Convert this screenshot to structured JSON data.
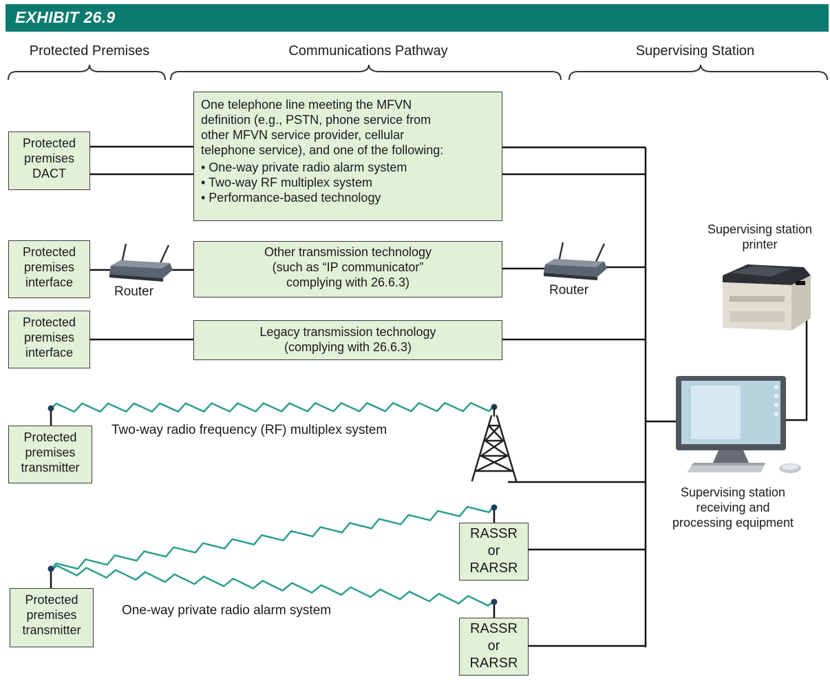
{
  "exhibit": {
    "title": "EXHIBIT 26.9"
  },
  "sections": {
    "protected_premises": "Protected Premises",
    "communications_pathway": "Communications Pathway",
    "supervising_station": "Supervising Station"
  },
  "premises": {
    "dact": "Protected\npremises\nDACT",
    "interface_1": "Protected\npremises\ninterface",
    "interface_2": "Protected\npremises\ninterface",
    "transmitter_1": "Protected\npremises\ntransmitter",
    "transmitter_2": "Protected\npremises\ntransmitter"
  },
  "pathway": {
    "mfvn_text": "One telephone line meeting the MFVN\ndefinition (e.g., PSTN, phone service from\nother MFVN service provider, cellular\ntelephone service), and one of the following:",
    "mfvn_bullets": [
      "• One-way private radio alarm system",
      "• Two-way RF multiplex system",
      "• Performance-based technology"
    ],
    "other_tech": "Other transmission technology\n(such as “IP communicator”\ncomplying with 26.6.3)",
    "legacy_tech": "Legacy transmission technology\n(complying with 26.6.3)",
    "two_way_rf": "Two-way radio frequency (RF) multiplex system",
    "one_way_radio": "One-way private radio alarm system"
  },
  "routers": {
    "left": "Router",
    "right": "Router"
  },
  "receivers": {
    "top": "RASSR\nor\nRARSR",
    "bottom": "RASSR\nor\nRARSR"
  },
  "station": {
    "printer": "Supervising station\nprinter",
    "equipment": "Supervising station\nreceiving and\nprocessing equipment"
  },
  "colors": {
    "banner": "#0c7b6f",
    "box_fill": "#e3f0d8",
    "radio_wave": "#2a9d8f",
    "line": "#111111"
  }
}
